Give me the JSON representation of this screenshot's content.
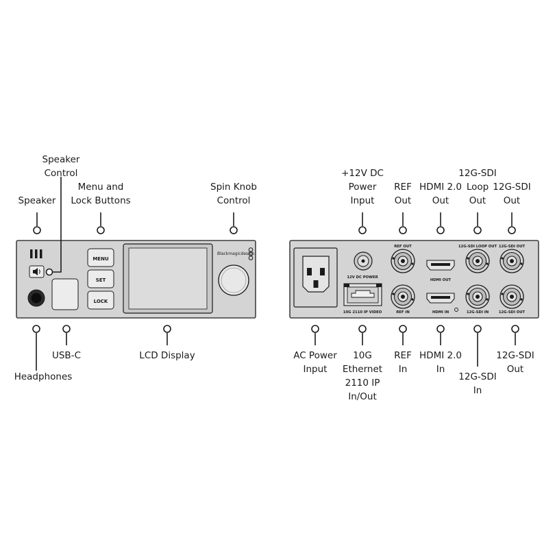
{
  "front": {
    "brand": "Blackmagicdesign",
    "buttons": {
      "menu": "MENU",
      "set": "SET",
      "lock": "LOCK"
    },
    "labels": {
      "speaker": "Speaker",
      "speaker_control": [
        "Speaker",
        "Control"
      ],
      "menu_lock": [
        "Menu and",
        "Lock Buttons"
      ],
      "spin_knob": [
        "Spin Knob",
        "Control"
      ],
      "headphones": "Headphones",
      "usb_c": "USB-C",
      "lcd_display": "LCD Display"
    }
  },
  "rear": {
    "port_labels": {
      "dc_power": "12V DC POWER",
      "ethernet": "10G 2110 IP VIDEO",
      "ref_out": "REF OUT",
      "ref_in": "REF IN",
      "hdmi_out": "HDMI OUT",
      "hdmi_in": "HDMI IN",
      "sdi_loop_out": "12G-SDI LOOP OUT",
      "sdi_out_top": "12G-SDI OUT",
      "sdi_in": "12G-SDI IN",
      "sdi_out_bottom": "12G-SDI OUT"
    },
    "labels": {
      "dc_power": [
        "+12V DC",
        "Power",
        "Input"
      ],
      "ref_out": [
        "REF",
        "Out"
      ],
      "hdmi_out": [
        "HDMI 2.0",
        "Out"
      ],
      "sdi_loop_out": [
        "12G-SDI",
        "Loop",
        "Out"
      ],
      "sdi_out_top": [
        "12G-SDI",
        "Out"
      ],
      "ac_power": [
        "AC Power",
        "Input"
      ],
      "ethernet": [
        "10G",
        "Ethernet",
        "2110 IP",
        "In/Out"
      ],
      "ref_in": [
        "REF",
        "In"
      ],
      "hdmi_in": [
        "HDMI 2.0",
        "In"
      ],
      "sdi_in": [
        "12G-SDI",
        "In"
      ],
      "sdi_out_bottom": [
        "12G-SDI",
        "Out"
      ]
    }
  }
}
